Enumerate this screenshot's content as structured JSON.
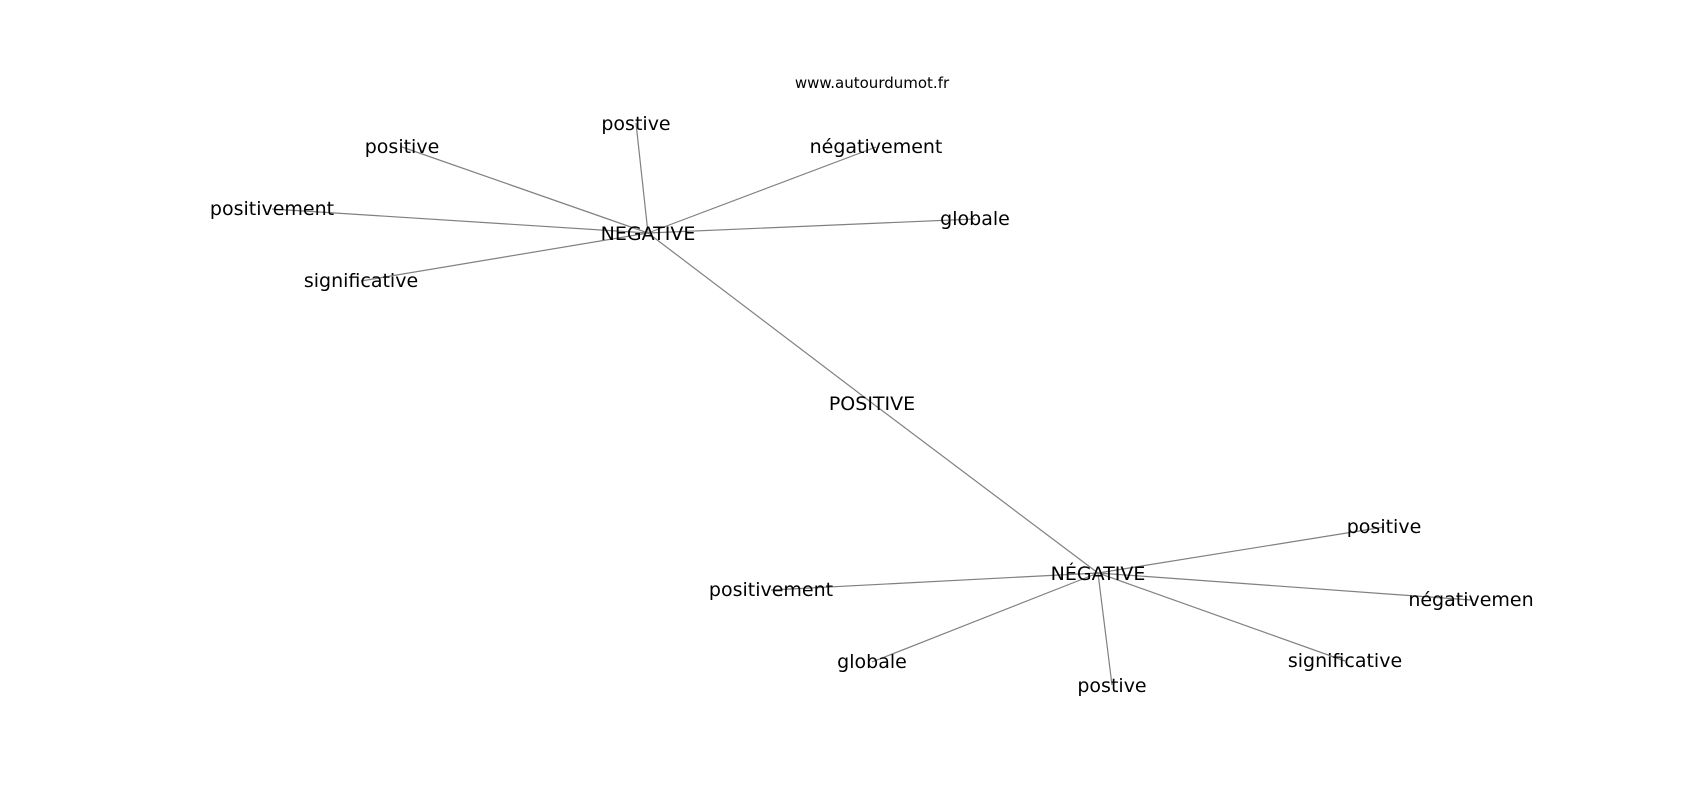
{
  "source": "www.autourdumot.fr",
  "graph": {
    "center": {
      "id": "center",
      "label": "POSITIVE"
    },
    "hubs": [
      {
        "id": "hub-top",
        "label": "NEGATIVE"
      },
      {
        "id": "hub-bottom",
        "label": "NÉGATIVE"
      }
    ],
    "leaves": [
      {
        "id": "t1",
        "hub": "hub-top",
        "label": "postive"
      },
      {
        "id": "t2",
        "hub": "hub-top",
        "label": "positive"
      },
      {
        "id": "t3",
        "hub": "hub-top",
        "label": "négativement"
      },
      {
        "id": "t4",
        "hub": "hub-top",
        "label": "positivement"
      },
      {
        "id": "t5",
        "hub": "hub-top",
        "label": "globale"
      },
      {
        "id": "t6",
        "hub": "hub-top",
        "label": "significative"
      },
      {
        "id": "b1",
        "hub": "hub-bottom",
        "label": "positive"
      },
      {
        "id": "b2",
        "hub": "hub-bottom",
        "label": "positivement"
      },
      {
        "id": "b3",
        "hub": "hub-bottom",
        "label": "négativemen"
      },
      {
        "id": "b4",
        "hub": "hub-bottom",
        "label": "globale"
      },
      {
        "id": "b5",
        "hub": "hub-bottom",
        "label": "significative"
      },
      {
        "id": "b6",
        "hub": "hub-bottom",
        "label": "postive"
      }
    ]
  }
}
